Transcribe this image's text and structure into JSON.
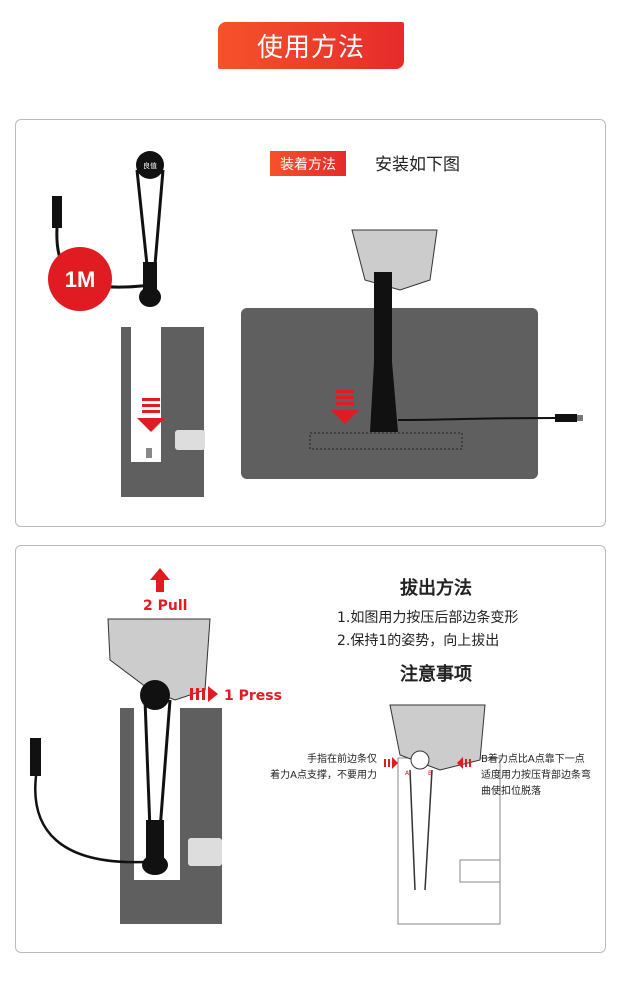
{
  "header": {
    "title": "使用方法"
  },
  "install": {
    "tag": "装着方法",
    "title": "安装如下图",
    "cable_length": "1M",
    "logo": "良值"
  },
  "remove": {
    "title": "拔出方法",
    "steps": [
      "1.如图用力按压后部边条变形",
      "2.保持1的姿势，向上拔出"
    ],
    "pull_label": "2 Pull",
    "press_label": "1 Press",
    "notice_title": "注意事项",
    "note_left": [
      "手指在前边条仅",
      "着力A点支撑，不要用力"
    ],
    "note_right": [
      "B着力点比A点靠下一点",
      "适度用力按压背部边条弯",
      "曲使扣位脱落"
    ],
    "point_a": "A",
    "point_b": "B"
  },
  "colors": {
    "accent": "#e62b2b",
    "dark_gray": "#5f5f5f"
  }
}
